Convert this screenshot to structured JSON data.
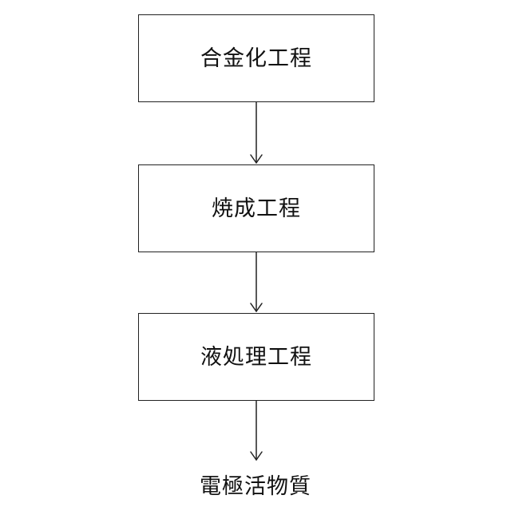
{
  "flow": {
    "steps": [
      {
        "label": "合金化工程"
      },
      {
        "label": "焼成工程"
      },
      {
        "label": "液処理工程"
      }
    ],
    "output": {
      "label": "電極活物質"
    },
    "colors": {
      "stroke": "#222222",
      "text": "#111111",
      "background": "#ffffff"
    }
  }
}
